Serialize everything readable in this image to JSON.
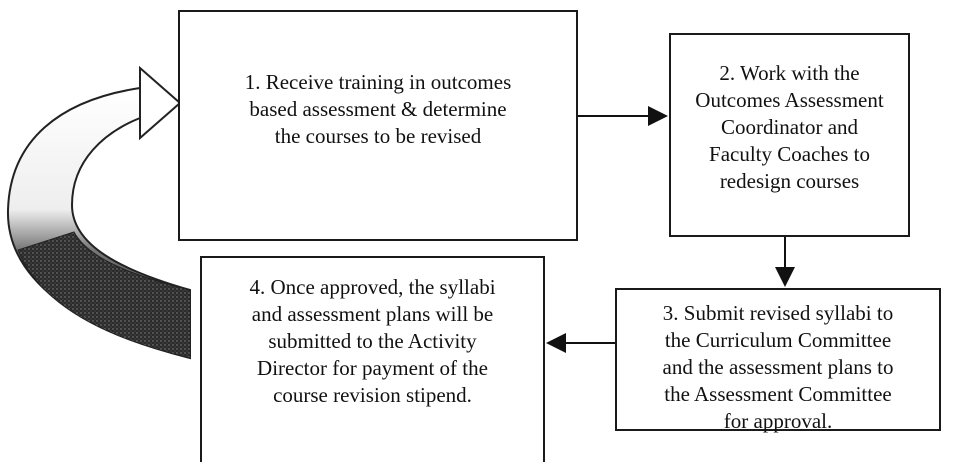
{
  "steps": [
    {
      "lines": [
        "1. Receive training in outcomes",
        "based assessment & determine",
        "the courses to be revised"
      ]
    },
    {
      "lines": [
        "2. Work with the",
        "Outcomes Assessment",
        "Coordinator and",
        "Faculty Coaches to",
        "redesign courses"
      ]
    },
    {
      "lines": [
        "3. Submit revised syllabi to",
        "the Curriculum Committee",
        "and the assessment plans to",
        "the Assessment Committee",
        "for approval."
      ]
    },
    {
      "lines": [
        "4. Once approved, the syllabi",
        "and assessment plans will be",
        "submitted to the Activity",
        "Director for payment of the",
        "course revision stipend."
      ]
    }
  ]
}
